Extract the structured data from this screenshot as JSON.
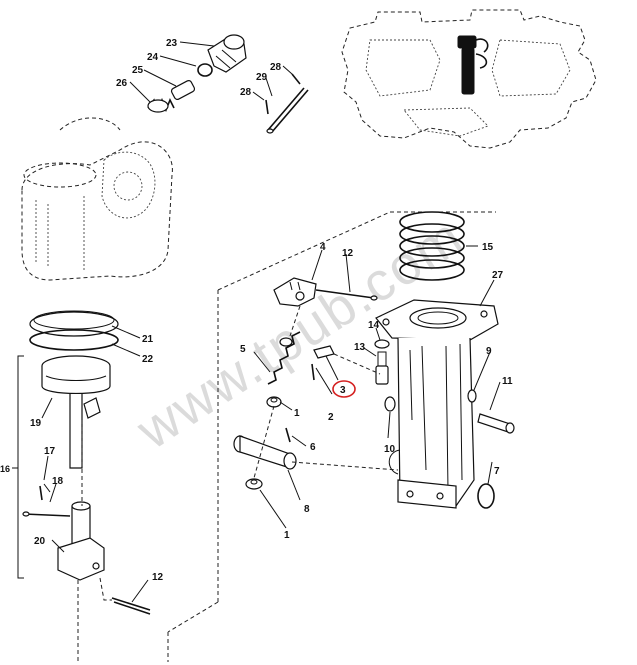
{
  "watermark": "www.tpub.com",
  "highlight_callout": "3",
  "bracket_callout": "16",
  "callouts": {
    "c1a": "1",
    "c1b": "1",
    "c2": "2",
    "c3": "3",
    "c4": "4",
    "c5": "5",
    "c6": "6",
    "c7": "7",
    "c8": "8",
    "c9": "9",
    "c10": "10",
    "c11": "11",
    "c12a": "12",
    "c12b": "12",
    "c13": "13",
    "c14": "14",
    "c15": "15",
    "c16": "16",
    "c17": "17",
    "c18": "18",
    "c19": "19",
    "c20": "20",
    "c21": "21",
    "c22": "22",
    "c23": "23",
    "c24": "24",
    "c25": "25",
    "c26": "26",
    "c27": "27",
    "c28a": "28",
    "c28b": "28",
    "c29": "29"
  }
}
